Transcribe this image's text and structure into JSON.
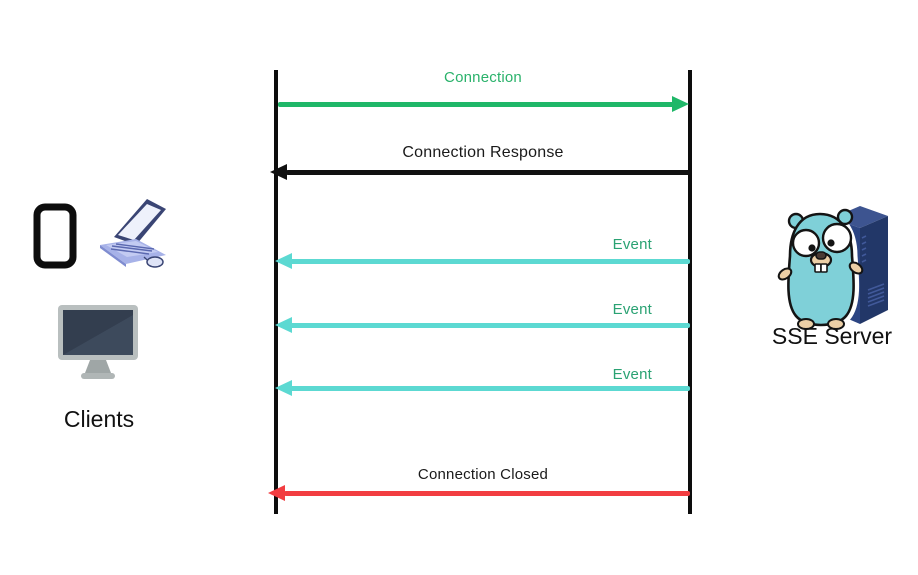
{
  "diagram": {
    "type": "sequence",
    "actors": {
      "clients": {
        "label": "Clients",
        "icons": [
          "phone-icon",
          "laptop-icon",
          "monitor-icon"
        ]
      },
      "server": {
        "label": "SSE Server",
        "icons": [
          "gopher-icon",
          "server-tower-icon"
        ]
      }
    },
    "messages": [
      {
        "label": "Connection",
        "from": "clients",
        "to": "server",
        "direction": "right",
        "color": "#1fb768",
        "label_color": "#2ab26b"
      },
      {
        "label": "Connection Response",
        "from": "server",
        "to": "clients",
        "direction": "left",
        "color": "#111111",
        "label_color": "#1a1a1a"
      },
      {
        "label": "Event",
        "from": "server",
        "to": "clients",
        "direction": "left",
        "color": "#5cd9d2",
        "label_color": "#2aa273"
      },
      {
        "label": "Event",
        "from": "server",
        "to": "clients",
        "direction": "left",
        "color": "#5cd9d2",
        "label_color": "#2aa273"
      },
      {
        "label": "Event",
        "from": "server",
        "to": "clients",
        "direction": "left",
        "color": "#5cd9d2",
        "label_color": "#2aa273"
      },
      {
        "label": "Connection Closed",
        "from": "server",
        "to": "clients",
        "direction": "left",
        "color": "#f23d41",
        "label_color": "#1a1a1a"
      }
    ],
    "lifeline_color": "#0d0d0d"
  }
}
